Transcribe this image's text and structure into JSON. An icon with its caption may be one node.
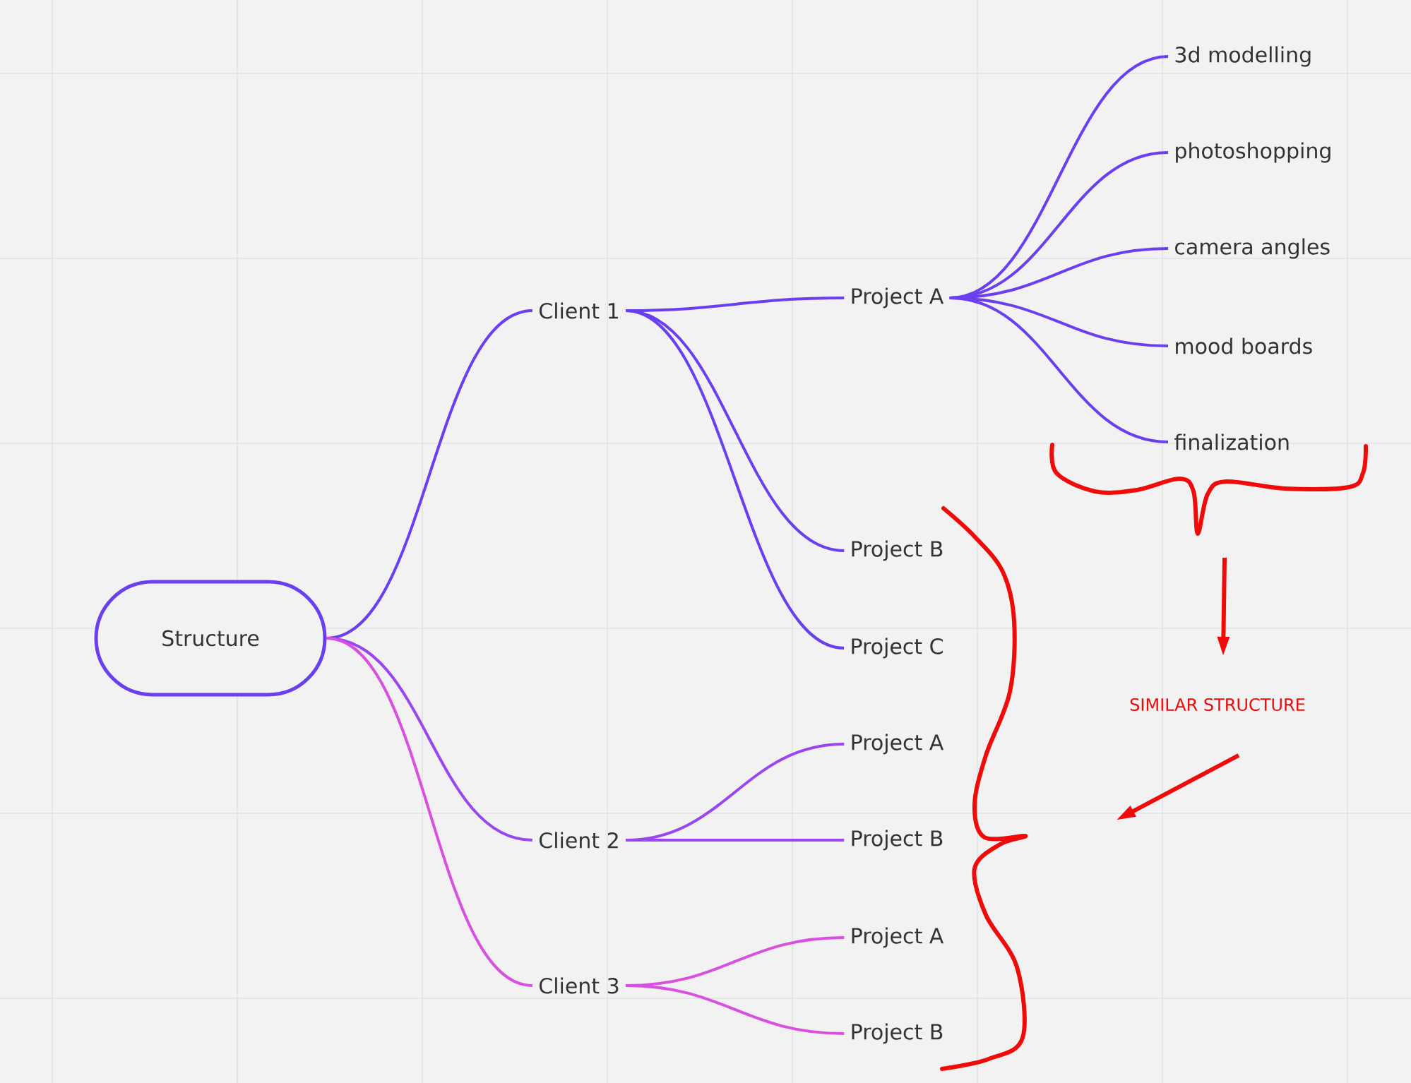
{
  "diagram": {
    "nodes": [
      {
        "text": [
          "Structure"
        ]
      },
      {
        "text": [
          "Client 1"
        ]
      },
      {
        "text": [
          "Client 2"
        ]
      },
      {
        "text": [
          "Client 3"
        ]
      },
      {
        "text": [
          "Project A"
        ]
      },
      {
        "text": [
          "Project B"
        ]
      },
      {
        "text": [
          "Project C"
        ]
      },
      {
        "text": [
          "Project A"
        ]
      },
      {
        "text": [
          "Project B"
        ]
      },
      {
        "text": [
          "Project A"
        ]
      },
      {
        "text": [
          "Project B"
        ]
      },
      {
        "text": [
          "3d modelling"
        ]
      },
      {
        "text": [
          "photoshopping"
        ]
      },
      {
        "text": [
          "camera angles"
        ]
      },
      {
        "text": [
          "mood boards"
        ]
      },
      {
        "text": [
          "finalization"
        ]
      }
    ],
    "edges": [
      {
        "from": 0,
        "to": 1,
        "arrow": "none"
      },
      {
        "from": 0,
        "to": 2,
        "arrow": "none",
        "color": "#9b45f0"
      },
      {
        "from": 0,
        "to": 3,
        "arrow": "none",
        "color": "#d94fe0"
      },
      {
        "from": 1,
        "to": 4,
        "arrow": "none"
      },
      {
        "from": 1,
        "to": 5,
        "arrow": "none"
      },
      {
        "from": 1,
        "to": 6,
        "arrow": "none"
      },
      {
        "from": 2,
        "to": 7,
        "arrow": "none",
        "color": "#9b45f0"
      },
      {
        "from": 2,
        "to": 8,
        "arrow": "none",
        "color": "#9b45f0"
      },
      {
        "from": 3,
        "to": 9,
        "arrow": "none",
        "color": "#d94fe0"
      },
      {
        "from": 3,
        "to": 10,
        "arrow": "none",
        "color": "#d94fe0"
      },
      {
        "from": 4,
        "to": 11,
        "arrow": "none"
      },
      {
        "from": 4,
        "to": 12,
        "arrow": "none"
      },
      {
        "from": 4,
        "to": 13,
        "arrow": "none"
      },
      {
        "from": 4,
        "to": 14,
        "arrow": "none"
      },
      {
        "from": 4,
        "to": 15,
        "arrow": "none"
      }
    ],
    "labels": [
      "SIMILAR STRUCTURE"
    ]
  }
}
